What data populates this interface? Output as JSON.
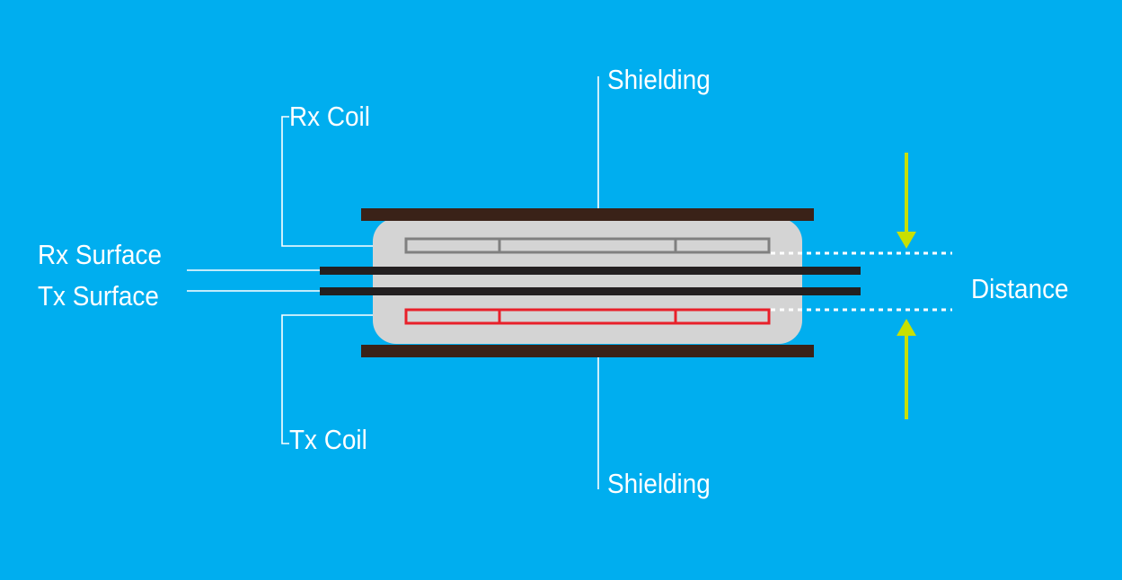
{
  "diagram": {
    "labels": {
      "shielding_top": "Shielding",
      "rx_coil": "Rx Coil",
      "rx_surface": "Rx Surface",
      "tx_surface": "Tx Surface",
      "distance": "Distance",
      "tx_coil": "Tx Coil",
      "shielding_bottom": "Shielding"
    },
    "colors": {
      "background": "#00AEEF",
      "shielding": "#3A2218",
      "housing": "#D4D4D4",
      "surface": "#231F20",
      "rx_coil": "#808080",
      "tx_coil": "#E8202A",
      "arrow": "#C8E000",
      "leader_line": "#FFFFFF"
    }
  }
}
